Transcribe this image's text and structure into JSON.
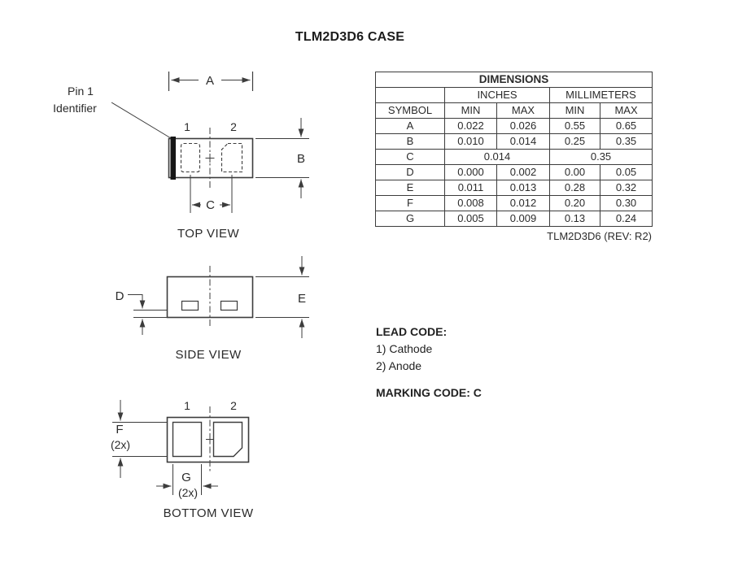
{
  "page": {
    "title": "TLM2D3D6 CASE"
  },
  "table": {
    "title": "DIMENSIONS",
    "unit_headers": {
      "inches": "INCHES",
      "millimeters": "MILLIMETERS"
    },
    "col_headers": {
      "symbol": "SYMBOL",
      "min": "MIN",
      "max": "MAX"
    },
    "rows": [
      {
        "symbol": "A",
        "in_min": "0.022",
        "in_max": "0.026",
        "mm_min": "0.55",
        "mm_max": "0.65"
      },
      {
        "symbol": "B",
        "in_min": "0.010",
        "in_max": "0.014",
        "mm_min": "0.25",
        "mm_max": "0.35"
      },
      {
        "symbol": "C",
        "in_val": "0.014",
        "mm_val": "0.35"
      },
      {
        "symbol": "D",
        "in_min": "0.000",
        "in_max": "0.002",
        "mm_min": "0.00",
        "mm_max": "0.05"
      },
      {
        "symbol": "E",
        "in_min": "0.011",
        "in_max": "0.013",
        "mm_min": "0.28",
        "mm_max": "0.32"
      },
      {
        "symbol": "F",
        "in_min": "0.008",
        "in_max": "0.012",
        "mm_min": "0.20",
        "mm_max": "0.30"
      },
      {
        "symbol": "G",
        "in_min": "0.005",
        "in_max": "0.009",
        "mm_min": "0.13",
        "mm_max": "0.24"
      }
    ],
    "footer": "TLM2D3D6 (REV: R2)"
  },
  "drawings": {
    "top_view": {
      "caption": "TOP VIEW",
      "pin1_note_line1": "Pin 1",
      "pin1_note_line2": "Identifier",
      "pin1": "1",
      "pin2": "2",
      "dim_a": "A",
      "dim_b": "B",
      "dim_c": "C"
    },
    "side_view": {
      "caption": "SIDE VIEW",
      "dim_d": "D",
      "dim_e": "E"
    },
    "bottom_view": {
      "caption": "BOTTOM VIEW",
      "pin1": "1",
      "pin2": "2",
      "dim_f": "F",
      "dim_f_qty": "(2x)",
      "dim_g": "G",
      "dim_g_qty": "(2x)"
    }
  },
  "lead_code": {
    "heading": "LEAD CODE:",
    "items": [
      "1) Cathode",
      "2) Anode"
    ]
  },
  "marking_code": "MARKING CODE: C"
}
